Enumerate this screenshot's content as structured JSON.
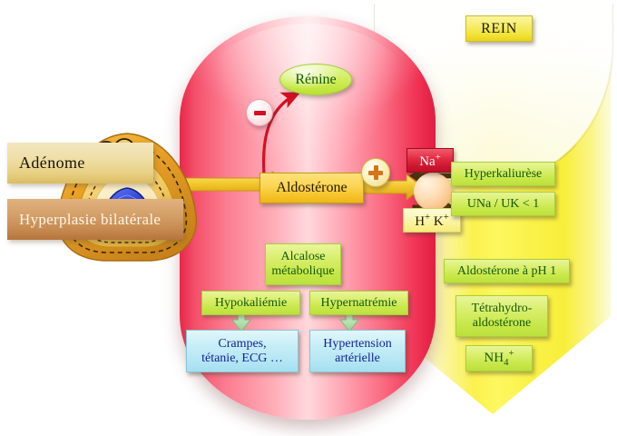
{
  "diagram": {
    "title_kidney": "REIN",
    "left_labels": [
      {
        "name": "adenome",
        "text": "Adénome"
      },
      {
        "name": "hyperplasie",
        "text": "Hyperplasie bilatérale"
      }
    ],
    "central": {
      "aldosterone": "Aldostérone",
      "renine": "Rénine",
      "minus_sign": "−",
      "plus_sign": "+",
      "sodium": "Na",
      "sodium_charge": "+",
      "proton": "H",
      "proton_charge": "+",
      "potassium": "K",
      "potassium_charge": "+"
    },
    "effects": [
      {
        "name": "alcalose",
        "text": "Alcalose métabolique",
        "line1": "Alcalose",
        "line2": "métabolique"
      },
      {
        "name": "hypokaliemie",
        "text": "Hypokaliémie"
      },
      {
        "name": "hypernatremie",
        "text": "Hypernatrémie"
      },
      {
        "name": "crampes",
        "line1": "Crampes,",
        "line2": "tétanie, ECG …"
      },
      {
        "name": "hypertension",
        "line1": "Hypertension",
        "line2": "artérielle"
      }
    ],
    "kidney_findings": [
      {
        "name": "hyperkaliurese",
        "text": "Hyperkaliurèse"
      },
      {
        "name": "una-uk",
        "text": "UNa / UK < 1"
      },
      {
        "name": "aldosterone-ph",
        "text": "Aldostérone  à pH 1"
      },
      {
        "name": "tetrahydro",
        "line1": "Tétrahydro-",
        "line2": "aldostérone"
      },
      {
        "name": "ammonium",
        "base": "NH",
        "sub": "4",
        "sup": "+"
      }
    ],
    "colors": {
      "capsule_pink": "#fb7c90",
      "capsule_pink_edge": "#e21d42",
      "kidney_yellow": "#fbf14f",
      "gland_gold": "#e9a227",
      "gland_dark_gold": "#c8821a",
      "medulla_blue": "#2a3fd8",
      "aldosterone_gold": "#fbd452",
      "green_box": "#c8e84a",
      "green_text": "#14590f",
      "blue_box": "#b3e6f3",
      "blue_text": "#12229c",
      "na_red": "#e02a41",
      "renine_arrow_red": "#d50f24",
      "arrow_gold": "#e8b51d"
    }
  }
}
